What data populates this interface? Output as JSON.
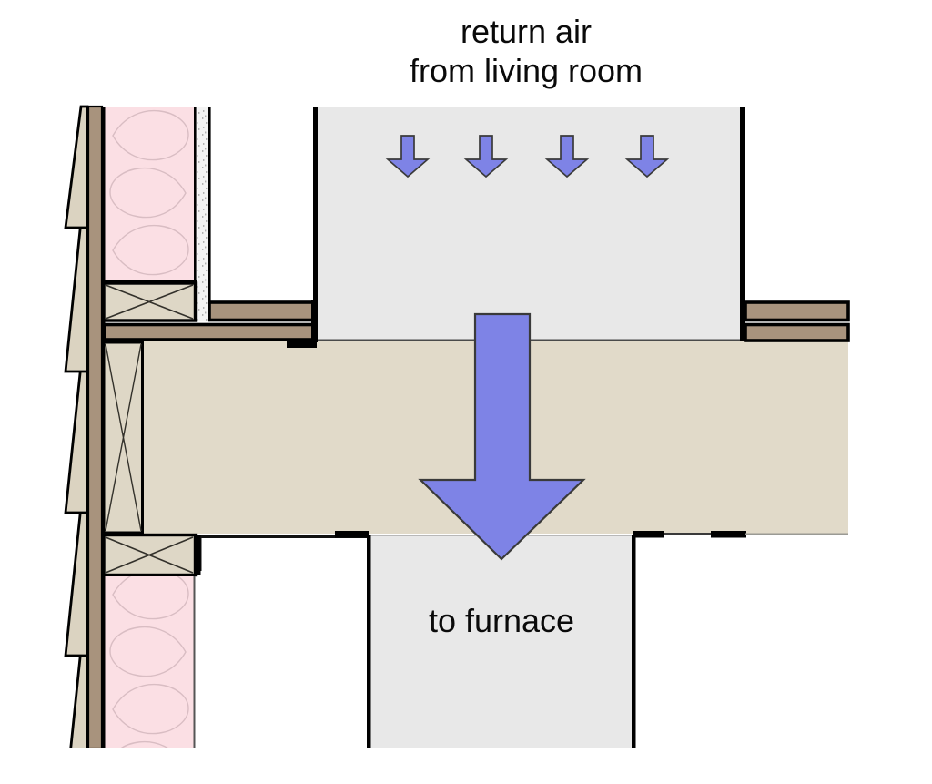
{
  "labels": {
    "return_air_line1": "return air",
    "return_air_line2": "from living room",
    "furnace": "to furnace"
  },
  "airflow": {
    "direction": "down",
    "small_arrow_count": 4
  },
  "colors": {
    "arrow_fill": "#7e83e6",
    "arrow_outline": "#3a3a3a",
    "duct_gray": "#e8e8e8",
    "joist_cavity_tan": "#e1dac9",
    "wood_brown": "#a8937d",
    "lumber_beige": "#ded7c6",
    "siding_tan": "#dbd3c1",
    "insulation_pink": "#fbdfe4",
    "insulation_swirl": "#d9bdc3",
    "drywall_white": "#f3f3f3",
    "line_black": "#000000",
    "text_black": "#0a0a0a"
  }
}
